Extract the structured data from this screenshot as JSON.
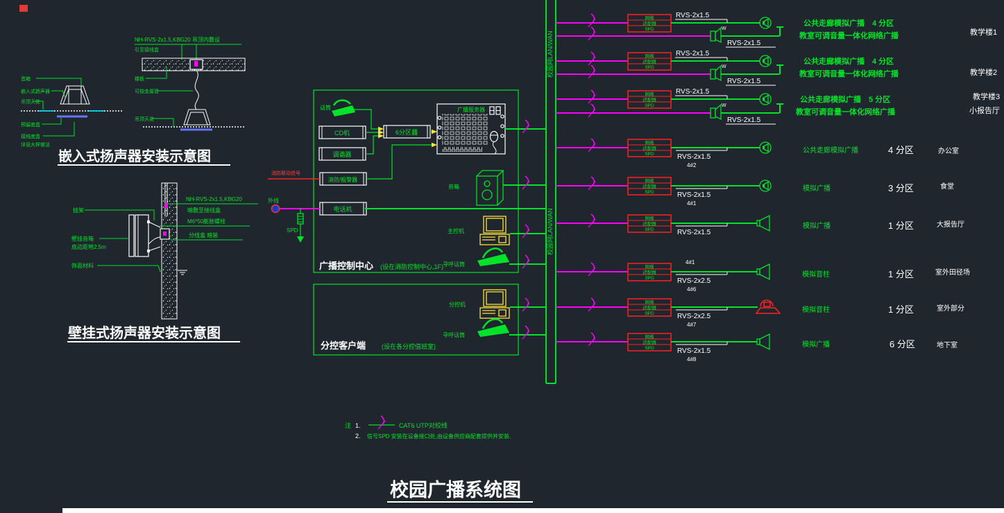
{
  "main_title": "校园广播系统图",
  "detail_embedded": {
    "title": "嵌入式扬声器安装示意图",
    "cable_label": "NH-RVS-2x1.5,KBG20 吊顶内敷设",
    "cable_label2": "引至接线盒",
    "left_labels": [
      "音箱",
      "嵌入式扬声器",
      "吊顶天花",
      "预留底盒",
      "接线底盒",
      "详见大样做法"
    ],
    "right_labels": [
      "楼板",
      "可挠金属管",
      "吊顶天花"
    ]
  },
  "detail_wall": {
    "title": "壁挂式扬声器安装示意图",
    "cable_label": "NH-RVS-2x1.5,KBG20",
    "cable_label2": "暗敷至接线盒",
    "bolt_label": "M6*50膨胀螺栓",
    "junction_label": "分线盒 暗装",
    "left_labels": [
      "挂架",
      "壁挂音箱",
      "底边距地2.5m",
      "饰面材料"
    ]
  },
  "control_center": {
    "name": "广播控制中心",
    "note": "(设在消防控制中心,1F)",
    "mic_label": "话筒",
    "device_cd": "CD机",
    "device_tuner": "调谐器",
    "device_fire": "消防/报警器",
    "device_phone": "电话机",
    "zoner_label": "6分区器",
    "server_label": "广播服务器",
    "fire_signal_label": "消防联动信号",
    "outside_label": "外线",
    "spd_label": "SPD",
    "monitor_speaker_label": "音箱",
    "pc_label": "主控机",
    "paging_mic_label": "寻呼话筒"
  },
  "sub_client": {
    "name": "分控客户端",
    "note": "(设在各分控值班室)",
    "pc_label": "分控机",
    "paging_mic_label": "寻呼话筒"
  },
  "network_bus": {
    "label": "校园网LAN/WAN"
  },
  "spd_box": {
    "line1": "网络",
    "line2": "适配器",
    "line3": "SPD"
  },
  "wall_speaker_mark": "W",
  "branches": [
    {
      "cable": "RVS-2x1.5",
      "cable2": "RVS-2x1.5",
      "desc1": "公共走廊模拟广播　4 分区",
      "desc2": "教室可调音量一体化网络广播",
      "location": "教学楼1"
    },
    {
      "cable": "RVS-2x1.5",
      "cable2": "RVS-2x1.5",
      "desc1": "公共走廊模拟广播　4 分区",
      "desc2": "教室可调音量一体化网络广播",
      "location": "教学楼2"
    },
    {
      "cable": "RVS-2x1.5",
      "cable2": "RVS-2x1.5",
      "desc1": "公共走廊模拟广播　5 分区",
      "desc2": "教室可调音量一体化网络广播",
      "location": "教学楼3",
      "location2": "小报告厅"
    },
    {
      "cable": "RVS-2x1.5",
      "tag": "4#2",
      "desc": "公共走廊模拟广播",
      "zone": "4 分区",
      "location": "办公室"
    },
    {
      "cable": "RVS-2x1.5",
      "tag": "4#1",
      "desc": "模拟广播",
      "zone": "3 分区",
      "location": "食堂"
    },
    {
      "cable": "RVS-2x1.5",
      "desc": "模拟广播",
      "zone": "1 分区",
      "location": "大报告厅"
    },
    {
      "cable": "RVS-2x2.5",
      "tag_above": "4#1",
      "tag": "4#6",
      "desc": "模拟音柱",
      "zone": "1 分区",
      "location": "室外田径场"
    },
    {
      "cable": "RVS-2x2.5",
      "tag": "4#7",
      "desc": "模拟音柱",
      "zone": "1 分区",
      "location": "室外部分"
    },
    {
      "cable": "RVS-2x1.5",
      "tag": "4#8",
      "desc": "模拟广播",
      "zone": "6 分区",
      "location": "地下室"
    }
  ],
  "notes": {
    "prefix": "注",
    "n1": "1.",
    "legend1": "CAT6 UTP对绞线",
    "n2": "2.",
    "legend2": "信号SPD 安装在设备接口处,由设备供应商配套提供并安装."
  }
}
